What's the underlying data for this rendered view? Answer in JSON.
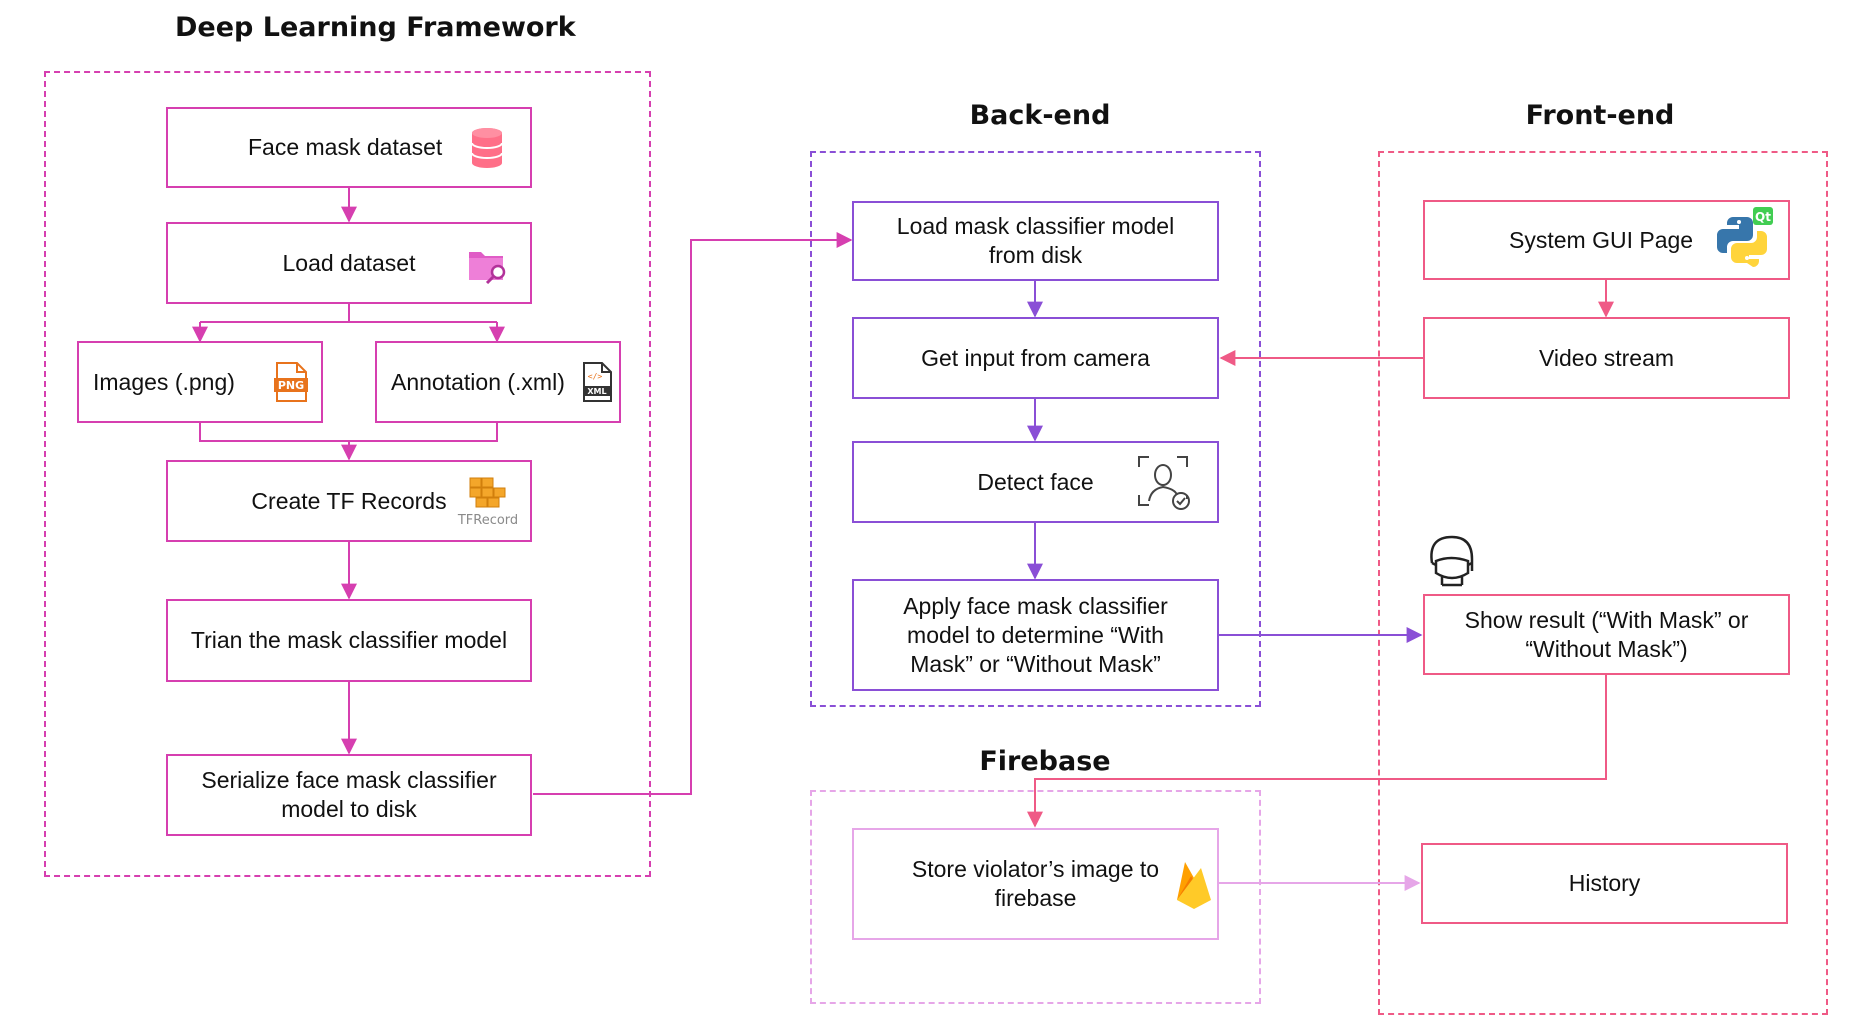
{
  "colors": {
    "dl": "#d63fb0",
    "backend": "#8a4fd6",
    "frontend": "#ef5a86",
    "firebase": "#e6a6e8",
    "fe_to_fb": "#ef5a86"
  },
  "groups": {
    "deep_learning": {
      "title": "Deep Learning Framework"
    },
    "backend": {
      "title": "Back-end"
    },
    "frontend": {
      "title": "Front-end"
    },
    "firebase": {
      "title": "Firebase"
    }
  },
  "nodes": {
    "face_mask_dataset": {
      "label": "Face mask dataset",
      "icon": "database-icon"
    },
    "load_dataset": {
      "label": "Load dataset",
      "icon": "folder-search-icon"
    },
    "images_png": {
      "label": "Images (.png)",
      "icon": "png-file-icon",
      "icon_text": "PNG"
    },
    "annotation_xml": {
      "label": "Annotation (.xml)",
      "icon": "xml-file-icon",
      "icon_text": "XML"
    },
    "create_tf_records": {
      "label": "Create TF Records",
      "icon": "tfrecord-icon",
      "icon_text": "TFRecord"
    },
    "train_model": {
      "label": "Trian the mask classifier model"
    },
    "serialize_model": {
      "label": "Serialize face mask classifier\nmodel to disk"
    },
    "load_model": {
      "label": "Load mask classifier model\nfrom disk"
    },
    "get_input": {
      "label": "Get input from camera"
    },
    "detect_face": {
      "label": "Detect face",
      "icon": "face-scan-icon"
    },
    "apply_classifier": {
      "label": "Apply face mask classifier\nmodel to determine “With\nMask” or “Without Mask”"
    },
    "system_gui": {
      "label": "System GUI Page",
      "icon": "python-qt-icon",
      "icon_text": "Qt"
    },
    "video_stream": {
      "label": "Video stream"
    },
    "show_result": {
      "label": "Show result (“With Mask” or\n“Without Mask”)",
      "icon": "masked-face-icon"
    },
    "history": {
      "label": "History"
    },
    "store_image": {
      "label": "Store violator’s image to\nfirebase",
      "icon": "firebase-icon"
    }
  }
}
